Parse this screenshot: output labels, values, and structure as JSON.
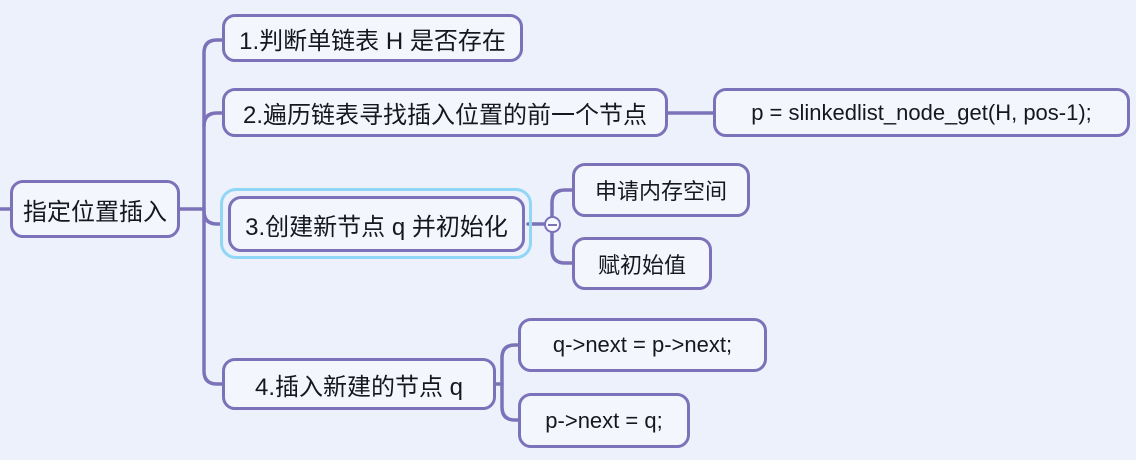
{
  "mindmap": {
    "root": {
      "label": "指定位置插入"
    },
    "topics": [
      {
        "label": "1.判断单链表 H 是否存在",
        "children": []
      },
      {
        "label": "2.遍历链表寻找插入位置的前一个节点",
        "children": [
          {
            "label": "p = slinkedlist_node_get(H, pos-1);"
          }
        ]
      },
      {
        "label": "3.创建新节点 q 并初始化",
        "selected": true,
        "collapse_icon": "minus-icon",
        "children": [
          {
            "label": "申请内存空间"
          },
          {
            "label": "赋初始值"
          }
        ]
      },
      {
        "label": "4.插入新建的节点 q",
        "children": [
          {
            "label": "q->next = p->next;"
          },
          {
            "label": "p->next = q;"
          }
        ]
      }
    ],
    "colors": {
      "background": "#edf1fb",
      "branch": "#7b72ba",
      "node_fill": "#f3f6fd",
      "selection": "#90d7f6",
      "text": "#16181d"
    }
  }
}
